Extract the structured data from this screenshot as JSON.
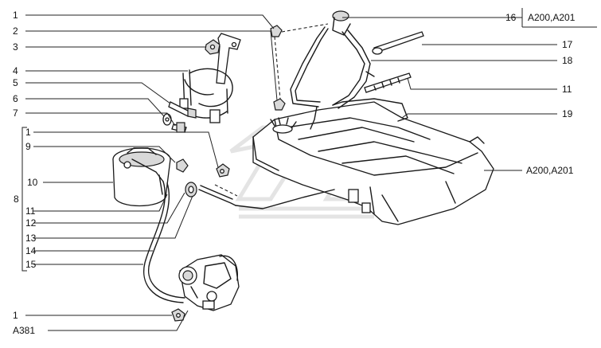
{
  "callouts_left": [
    {
      "label": "1"
    },
    {
      "label": "2"
    },
    {
      "label": "3"
    },
    {
      "label": "4"
    },
    {
      "label": "5"
    },
    {
      "label": "6"
    },
    {
      "label": "7"
    },
    {
      "label": "1"
    },
    {
      "label": "9"
    },
    {
      "label": "10"
    },
    {
      "label": "11"
    },
    {
      "label": "12"
    },
    {
      "label": "13"
    },
    {
      "label": "14"
    },
    {
      "label": "15"
    },
    {
      "label": "1"
    }
  ],
  "group_label": "8",
  "callouts_right": [
    {
      "label": "16"
    },
    {
      "label": "17"
    },
    {
      "label": "18"
    },
    {
      "label": "11"
    },
    {
      "label": "19"
    }
  ],
  "references": {
    "top_right": "A200,A201",
    "tank": "A200,A201",
    "bottom_left": "A381"
  }
}
